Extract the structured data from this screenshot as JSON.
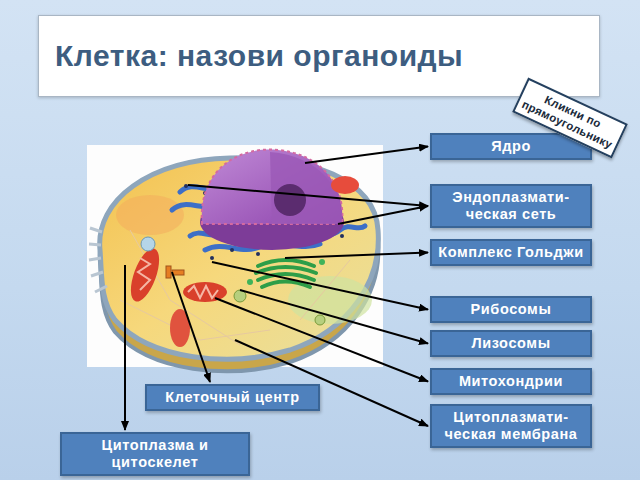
{
  "diagram": {
    "title": "Клетка: назови органоиды",
    "nodes": [
      {
        "text": [
          "Кликни по прямоугольнику"
        ]
      },
      {
        "text": [
          "Ядро"
        ]
      },
      {
        "text": [
          "Эндоплазмати-ческая сеть"
        ]
      },
      {
        "text": [
          "Комплекс Гольджи"
        ]
      },
      {
        "text": [
          "Рибосомы"
        ]
      },
      {
        "text": [
          "Лизосомы"
        ]
      },
      {
        "text": [
          "Митохондрии"
        ]
      },
      {
        "text": [
          "Клеточный центр"
        ]
      },
      {
        "text": [
          "Цитоплазмати-ческая мембрана"
        ]
      },
      {
        "text": [
          "Цитоплазма и цитоскелет"
        ]
      }
    ]
  }
}
